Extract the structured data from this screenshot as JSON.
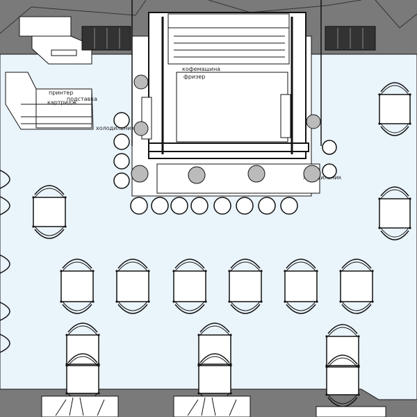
{
  "labels": {
    "printer": "принтер",
    "stand": "подставка",
    "cartridge": "картридж",
    "fridge": "холодильник",
    "coffee_machine": "кофемашина",
    "freezer": "фризер",
    "fridge2": "холодильник"
  },
  "colors": {
    "floor": "#eaf4fb",
    "wall": "#7a7a7a",
    "line": "#111111",
    "furniture": "#ffffff"
  }
}
